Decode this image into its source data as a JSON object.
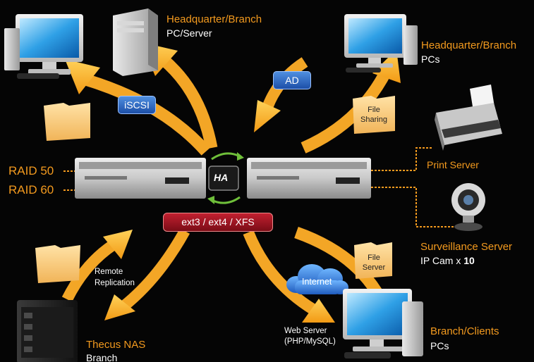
{
  "labels": {
    "hq_pc_server_title": "Headquarter/Branch",
    "hq_pc_server_sub": "PC/Server",
    "hq_pcs_title": "Headquarter/Branch",
    "hq_pcs_sub": "PCs",
    "iscsi": "iSCSI",
    "ad": "AD",
    "file_sharing_1": "File",
    "file_sharing_2": "Sharing",
    "raid50": "RAID 50",
    "raid60": "RAID 60",
    "ha": "HA",
    "filesystems": "ext3 / ext4 / XFS",
    "print_server": "Print Server",
    "surveillance_title": "Surveillance Server",
    "ipcam_prefix": "IP Cam x ",
    "ipcam_count": "10",
    "remote_1": "Remote",
    "remote_2": "Replication",
    "internet": "Internet",
    "file_server_1": "File",
    "file_server_2": "Server",
    "web_server_1": "Web Server",
    "web_server_2": "(PHP/MySQL)",
    "thecus_title": "Thecus NAS",
    "thecus_sub": "Branch",
    "branch_clients_title": "Branch/Clients",
    "branch_clients_sub": "PCs"
  },
  "colors": {
    "background": "#050505",
    "orange": "#f39a1e",
    "arrow": "#f5b324",
    "dotted_link": "#f39a1e",
    "blue_badge": "#2a62c4",
    "red_badge": "#a8142a",
    "green_arrows": "#6fbf3a"
  }
}
